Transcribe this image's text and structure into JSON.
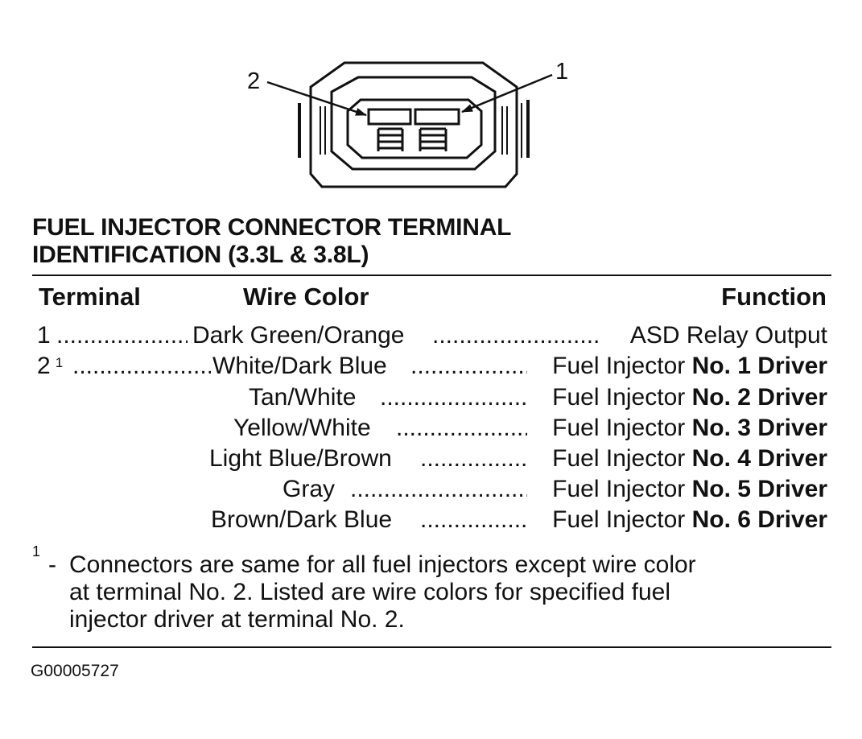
{
  "diagram": {
    "callout_left": "2",
    "callout_right": "1"
  },
  "title": {
    "line1": "FUEL INJECTOR CONNECTOR TERMINAL",
    "line2": "IDENTIFICATION (3.3L & 3.8L)"
  },
  "table": {
    "headers": {
      "terminal": "Terminal",
      "wire_color": "Wire Color",
      "function": "Function"
    },
    "rows": [
      {
        "terminal": "1",
        "footnote": "",
        "wire_color": "Dark Green/Orange",
        "function": "ASD Relay Output"
      },
      {
        "terminal": "2",
        "footnote": "1",
        "wire_color": "White/Dark Blue",
        "function_plain": "Fuel Injector",
        "function_bold": "No. 1 Driver"
      },
      {
        "terminal": "",
        "footnote": "",
        "wire_color": "Tan/White",
        "function_plain": "Fuel Injector",
        "function_bold": "No. 2 Driver"
      },
      {
        "terminal": "",
        "footnote": "",
        "wire_color": "Yellow/White",
        "function_plain": "Fuel Injector",
        "function_bold": "No. 3 Driver"
      },
      {
        "terminal": "",
        "footnote": "",
        "wire_color": "Light Blue/Brown",
        "function_plain": "Fuel Injector",
        "function_bold": "No. 4 Driver"
      },
      {
        "terminal": "",
        "footnote": "",
        "wire_color": "Gray",
        "function_plain": "Fuel Injector",
        "function_bold": "No. 5 Driver"
      },
      {
        "terminal": "",
        "footnote": "",
        "wire_color": "Brown/Dark Blue",
        "function_plain": "Fuel Injector",
        "function_bold": "No. 6 Driver"
      }
    ]
  },
  "footnote": {
    "marker": "1",
    "dash": "-",
    "line1": "Connectors are same for all fuel injectors except wire color",
    "line2": "at terminal No. 2. Listed are wire colors for specified fuel",
    "line3": "injector driver at terminal No. 2."
  },
  "figure_id": "G00005727"
}
